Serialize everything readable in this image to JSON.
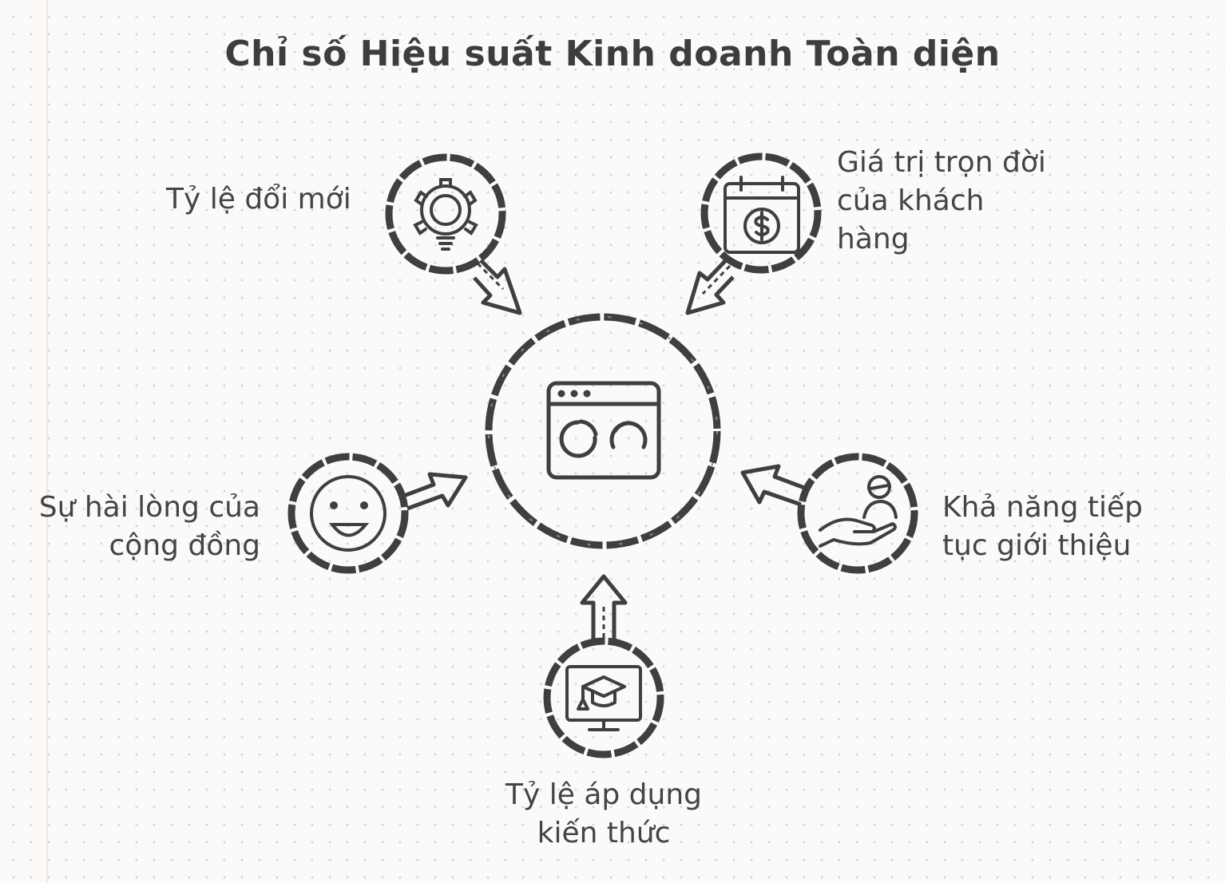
{
  "title": "Chỉ số Hiệu suất Kinh doanh Toàn diện",
  "center": {
    "icon": "dashboard-gauges-icon"
  },
  "metrics": [
    {
      "id": "innovation",
      "lines": [
        "Tỷ lệ đổi mới"
      ],
      "icon": "gear-lightbulb-icon"
    },
    {
      "id": "customer-lifetime-value",
      "lines": [
        "Giá trị trọn đời",
        "của khách",
        "hàng"
      ],
      "icon": "calendar-dollar-icon"
    },
    {
      "id": "community-satisfaction",
      "lines": [
        "Sự hài lòng của",
        "cộng đồng"
      ],
      "icon": "smiley-face-icon"
    },
    {
      "id": "referral-likelihood",
      "lines": [
        "Khả năng tiếp",
        "tục giới thiệu"
      ],
      "icon": "hand-person-icon"
    },
    {
      "id": "knowledge-adoption",
      "lines": [
        "Tỷ lệ áp dụng",
        "kiến thức"
      ],
      "icon": "monitor-graduation-cap-icon"
    }
  ],
  "colors": {
    "stroke": "#3f3f3f",
    "background": "#fbfaf8"
  }
}
